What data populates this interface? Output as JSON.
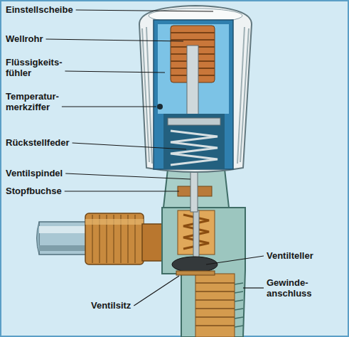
{
  "diagram": {
    "labels": [
      "Einstellscheibe",
      "Wellrohr",
      "Flüssigkeits- fühler",
      "Temperatur- merkziffer",
      "Rückstellfeder",
      "Ventilspindel",
      "Stopfbuchse",
      "Ventilteller",
      "Gewinde- anschluss",
      "Ventilsitz"
    ]
  }
}
